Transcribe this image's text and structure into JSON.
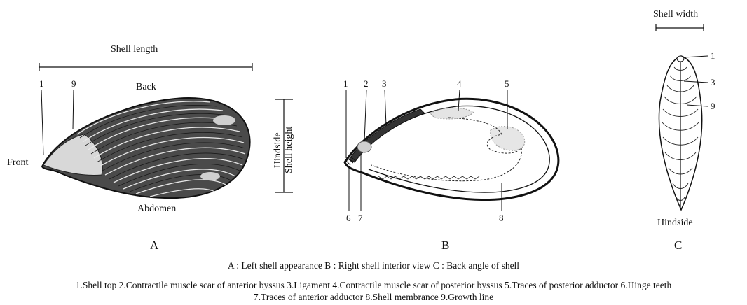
{
  "panel_a": {
    "shell_length": "Shell length",
    "back": "Back",
    "front": "Front",
    "abdomen": "Abdomen",
    "hindside": "Hindside",
    "shell_height": "Shell height",
    "n1": "1",
    "n9": "9",
    "letter": "A"
  },
  "panel_b": {
    "n1": "1",
    "n2": "2",
    "n3": "3",
    "n4": "4",
    "n5": "5",
    "n6": "6",
    "n7": "7",
    "n8": "8",
    "letter": "B"
  },
  "panel_c": {
    "shell_width": "Shell width",
    "n1": "1",
    "n3": "3",
    "n9": "9",
    "hindside": "Hindside",
    "letter": "C"
  },
  "captions": {
    "views": "A : Left shell appearance    B : Right shell interior view    C : Back angle of shell",
    "legend_line1": "1.Shell top 2.Contractile muscle scar of anterior byssus 3.Ligament 4.Contractile muscle scar of posterior byssus 5.Traces of posterior adductor  6.Hinge teeth",
    "legend_line2": "7.Traces of anterior adductor    8.Shell membrance 9.Growth line"
  }
}
